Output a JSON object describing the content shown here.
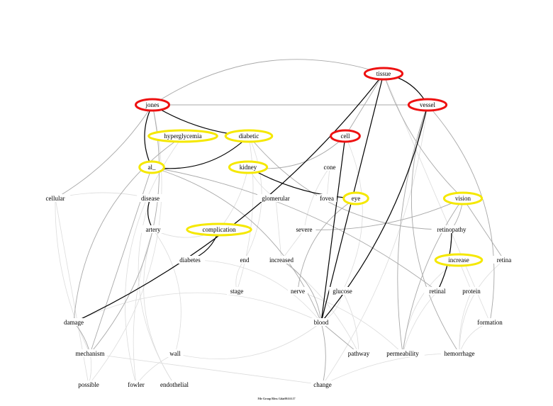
{
  "graph": {
    "colors": {
      "background": "#ffffff",
      "strong_node_ring": "#ee1111",
      "weak_node_ring": "#f5e800",
      "strong_edge": "#000000",
      "medium_edge": "#a8a8a8",
      "light_edge": "#dcdcdc",
      "label": "#000000"
    },
    "nodes": [
      {
        "id": "tissue",
        "label": "tissue",
        "ring": "red"
      },
      {
        "id": "jones",
        "label": "jones",
        "ring": "red"
      },
      {
        "id": "vessel",
        "label": "vessel",
        "ring": "red"
      },
      {
        "id": "hyperglycemia",
        "label": "hyperglycemia",
        "ring": "yellow"
      },
      {
        "id": "diabetic",
        "label": "diabetic",
        "ring": "yellow"
      },
      {
        "id": "cell",
        "label": "cell",
        "ring": "red"
      },
      {
        "id": "al_",
        "label": "al_",
        "ring": "yellow"
      },
      {
        "id": "kidney",
        "label": "kidney",
        "ring": "yellow"
      },
      {
        "id": "cone",
        "label": "cone",
        "ring": "none"
      },
      {
        "id": "cellular",
        "label": "cellular",
        "ring": "none"
      },
      {
        "id": "disease",
        "label": "disease",
        "ring": "none"
      },
      {
        "id": "glomerular",
        "label": "glomerular",
        "ring": "none"
      },
      {
        "id": "fovea",
        "label": "fovea",
        "ring": "none"
      },
      {
        "id": "eye",
        "label": "eye",
        "ring": "yellow"
      },
      {
        "id": "vision",
        "label": "vision",
        "ring": "yellow"
      },
      {
        "id": "artery",
        "label": "artery",
        "ring": "none"
      },
      {
        "id": "complication",
        "label": "complication",
        "ring": "yellow"
      },
      {
        "id": "severe",
        "label": "severe",
        "ring": "none"
      },
      {
        "id": "retinopathy",
        "label": "retinopathy",
        "ring": "none"
      },
      {
        "id": "diabetes",
        "label": "diabetes",
        "ring": "none"
      },
      {
        "id": "end",
        "label": "end",
        "ring": "none"
      },
      {
        "id": "increased",
        "label": "increased",
        "ring": "none"
      },
      {
        "id": "increase",
        "label": "increase",
        "ring": "yellow"
      },
      {
        "id": "retina",
        "label": "retina",
        "ring": "none"
      },
      {
        "id": "stage",
        "label": "stage",
        "ring": "none"
      },
      {
        "id": "nerve",
        "label": "nerve",
        "ring": "none"
      },
      {
        "id": "glucose",
        "label": "glucose",
        "ring": "none"
      },
      {
        "id": "retinal",
        "label": "retinal",
        "ring": "none"
      },
      {
        "id": "protein",
        "label": "protein",
        "ring": "none"
      },
      {
        "id": "damage",
        "label": "damage",
        "ring": "none"
      },
      {
        "id": "blood",
        "label": "blood",
        "ring": "none"
      },
      {
        "id": "formation",
        "label": "formation",
        "ring": "none"
      },
      {
        "id": "mechanism",
        "label": "mechanism",
        "ring": "none"
      },
      {
        "id": "wall",
        "label": "wall",
        "ring": "none"
      },
      {
        "id": "pathway",
        "label": "pathway",
        "ring": "none"
      },
      {
        "id": "permeability",
        "label": "permeability",
        "ring": "none"
      },
      {
        "id": "hemorrhage",
        "label": "hemorrhage",
        "ring": "none"
      },
      {
        "id": "possible",
        "label": "possible",
        "ring": "none"
      },
      {
        "id": "fowler",
        "label": "fowler",
        "ring": "none"
      },
      {
        "id": "endothelial",
        "label": "endothelial",
        "ring": "none"
      },
      {
        "id": "change",
        "label": "change",
        "ring": "none"
      }
    ],
    "edges": [
      {
        "from": "tissue",
        "to": "vessel",
        "weight": "strong"
      },
      {
        "from": "tissue",
        "to": "damage",
        "weight": "strong"
      },
      {
        "from": "tissue",
        "to": "blood",
        "weight": "strong"
      },
      {
        "from": "jones",
        "to": "diabetic",
        "weight": "strong"
      },
      {
        "from": "jones",
        "to": "al_",
        "weight": "strong"
      },
      {
        "from": "diabetic",
        "to": "al_",
        "weight": "strong"
      },
      {
        "from": "vessel",
        "to": "blood",
        "weight": "strong"
      },
      {
        "from": "cell",
        "to": "blood",
        "weight": "strong"
      },
      {
        "from": "kidney",
        "to": "eye",
        "weight": "strong"
      },
      {
        "from": "disease",
        "to": "artery",
        "weight": "strong"
      },
      {
        "from": "complication",
        "to": "diabetes",
        "weight": "strong"
      },
      {
        "from": "retinopathy",
        "to": "retinal",
        "weight": "strong"
      },
      {
        "from": "tissue",
        "to": "cell",
        "weight": "medium"
      },
      {
        "from": "tissue",
        "to": "vision",
        "weight": "medium"
      },
      {
        "from": "tissue",
        "to": "jones",
        "weight": "medium"
      },
      {
        "from": "jones",
        "to": "mechanism",
        "weight": "medium"
      },
      {
        "from": "jones",
        "to": "cellular",
        "weight": "medium"
      },
      {
        "from": "jones",
        "to": "vessel",
        "weight": "medium"
      },
      {
        "from": "vessel",
        "to": "permeability",
        "weight": "medium"
      },
      {
        "from": "vessel",
        "to": "hemorrhage",
        "weight": "medium"
      },
      {
        "from": "vessel",
        "to": "formation",
        "weight": "medium"
      },
      {
        "from": "vision",
        "to": "retinopathy",
        "weight": "medium"
      },
      {
        "from": "vision",
        "to": "retina",
        "weight": "medium"
      },
      {
        "from": "vision",
        "to": "permeability",
        "weight": "medium"
      },
      {
        "from": "diabetic",
        "to": "retinopathy",
        "weight": "medium"
      },
      {
        "from": "al_",
        "to": "blood",
        "weight": "medium"
      },
      {
        "from": "al_",
        "to": "retinal",
        "weight": "medium"
      },
      {
        "from": "al_",
        "to": "mechanism",
        "weight": "medium"
      },
      {
        "from": "severe",
        "to": "vision",
        "weight": "medium"
      },
      {
        "from": "eye",
        "to": "nerve",
        "weight": "medium"
      },
      {
        "from": "increased",
        "to": "blood",
        "weight": "medium"
      },
      {
        "from": "blood",
        "to": "change",
        "weight": "medium"
      },
      {
        "from": "blood",
        "to": "pathway",
        "weight": "medium"
      },
      {
        "from": "mechanism",
        "to": "damage",
        "weight": "medium"
      },
      {
        "from": "hyperglycemia",
        "to": "damage",
        "weight": "medium"
      },
      {
        "from": "cell",
        "to": "kidney",
        "weight": "medium"
      },
      {
        "from": "glomerular",
        "to": "kidney",
        "weight": "light"
      },
      {
        "from": "cone",
        "to": "fovea",
        "weight": "light"
      },
      {
        "from": "artery",
        "to": "fowler",
        "weight": "light"
      },
      {
        "from": "artery",
        "to": "endothelial",
        "weight": "light"
      },
      {
        "from": "artery",
        "to": "wall",
        "weight": "light"
      },
      {
        "from": "mechanism",
        "to": "possible",
        "weight": "light"
      },
      {
        "from": "mechanism",
        "to": "change",
        "weight": "light"
      },
      {
        "from": "wall",
        "to": "fowler",
        "weight": "light"
      },
      {
        "from": "wall",
        "to": "blood",
        "weight": "light"
      },
      {
        "from": "damage",
        "to": "blood",
        "weight": "light"
      },
      {
        "from": "change",
        "to": "hemorrhage",
        "weight": "light"
      },
      {
        "from": "possible",
        "to": "cellular",
        "weight": "light"
      },
      {
        "from": "stage",
        "to": "diabetic",
        "weight": "light"
      },
      {
        "from": "end",
        "to": "diabetic",
        "weight": "light"
      },
      {
        "from": "glucose",
        "to": "blood",
        "weight": "light"
      },
      {
        "from": "glucose",
        "to": "pathway",
        "weight": "light"
      },
      {
        "from": "protein",
        "to": "increase",
        "weight": "light"
      },
      {
        "from": "protein",
        "to": "hemorrhage",
        "weight": "light"
      },
      {
        "from": "formation",
        "to": "hemorrhage",
        "weight": "light"
      },
      {
        "from": "permeability",
        "to": "increase",
        "weight": "light"
      },
      {
        "from": "nerve",
        "to": "permeability",
        "weight": "light"
      },
      {
        "from": "fovea",
        "to": "eye",
        "weight": "light"
      },
      {
        "from": "disease",
        "to": "cellular",
        "weight": "light"
      },
      {
        "from": "hyperglycemia",
        "to": "fowler",
        "weight": "light"
      },
      {
        "from": "jones",
        "to": "possible",
        "weight": "light"
      },
      {
        "from": "vessel",
        "to": "change",
        "weight": "light"
      },
      {
        "from": "tissue",
        "to": "formation",
        "weight": "light"
      },
      {
        "from": "cellular",
        "to": "mechanism",
        "weight": "light"
      },
      {
        "from": "disease",
        "to": "endothelial",
        "weight": "light"
      },
      {
        "from": "diabetes",
        "to": "blood",
        "weight": "light"
      },
      {
        "from": "increased",
        "to": "pathway",
        "weight": "light"
      },
      {
        "from": "severe",
        "to": "increased",
        "weight": "light"
      },
      {
        "from": "retinal",
        "to": "permeability",
        "weight": "light"
      },
      {
        "from": "retina",
        "to": "hemorrhage",
        "weight": "light"
      },
      {
        "from": "complication",
        "to": "artery",
        "weight": "light"
      },
      {
        "from": "kidney",
        "to": "complication",
        "weight": "light"
      },
      {
        "from": "glomerular",
        "to": "increased",
        "weight": "light"
      },
      {
        "from": "cone",
        "to": "severe",
        "weight": "light"
      },
      {
        "from": "end",
        "to": "stage",
        "weight": "light"
      },
      {
        "from": "cell",
        "to": "glucose",
        "weight": "light"
      }
    ],
    "footer": "File Group Bless     Gdat00.0.0.17"
  }
}
